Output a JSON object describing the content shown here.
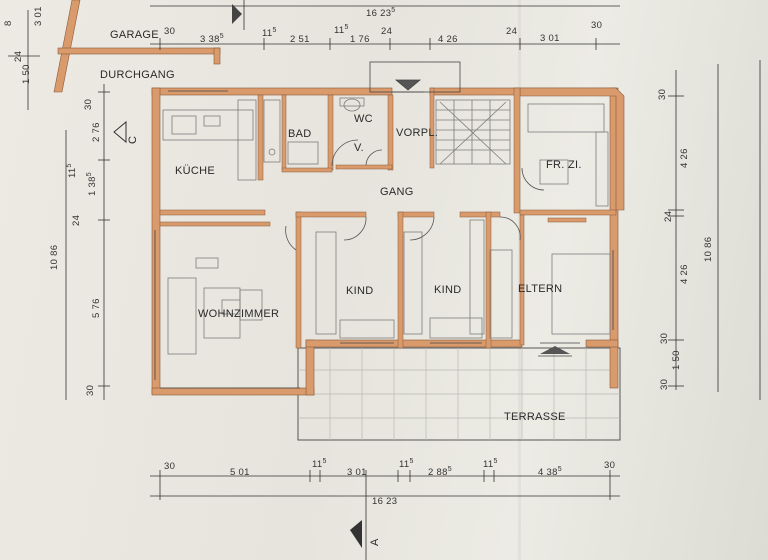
{
  "rooms": {
    "garage": "GARAGE",
    "durchgang": "DURCHGANG",
    "bad": "BAD",
    "wc": "WC",
    "vorpl": "VORPL.",
    "v": "V.",
    "kueche": "KÜCHE",
    "frzi": "FR. ZI.",
    "gang": "GANG",
    "kind1": "KIND",
    "kind2": "KIND",
    "eltern": "ELTERN",
    "wohnzimmer": "WOHNZIMMER",
    "terrasse": "TERRASSE"
  },
  "section_marks": {
    "c": "C",
    "a": "A"
  },
  "dims_top": {
    "d1": "30",
    "d2": "3 38",
    "d2s": "5",
    "d3": "11",
    "d3s": "5",
    "d4": "2 51",
    "d5": "11",
    "d5s": "5",
    "d6": "1 76",
    "d7": "24",
    "d8": "4 26",
    "d9": "24",
    "d10": "3 01",
    "d11": "30",
    "total": "16 23",
    "total_s": "5",
    "corner": "3 01"
  },
  "dims_bottom": {
    "d1": "30",
    "d2": "5 01",
    "d3": "11",
    "d3s": "5",
    "d4": "3 01",
    "d5": "11",
    "d5s": "5",
    "d6": "2 88",
    "d6s": "5",
    "d7": "11",
    "d7s": "5",
    "d8": "4 38",
    "d8s": "5",
    "d9": "30",
    "total": "16 23"
  },
  "dims_left": {
    "a": "8",
    "b": "24",
    "c": "1 50",
    "d": "30",
    "e": "2 76",
    "f": "11",
    "fs": "5",
    "g": "1 38",
    "gs": "5",
    "h": "24",
    "total": "10 86",
    "i": "5 76",
    "j": "30"
  },
  "dims_right": {
    "a": "30",
    "b": "4 26",
    "c": "24",
    "d": "4 26",
    "total": "10 86",
    "e": "30",
    "f": "1 50",
    "g": "30"
  },
  "colors": {
    "wall": "#d99a6c",
    "line": "#3a3a3a",
    "fixture": "#8a8a8a",
    "paper": "#e9e7df"
  }
}
